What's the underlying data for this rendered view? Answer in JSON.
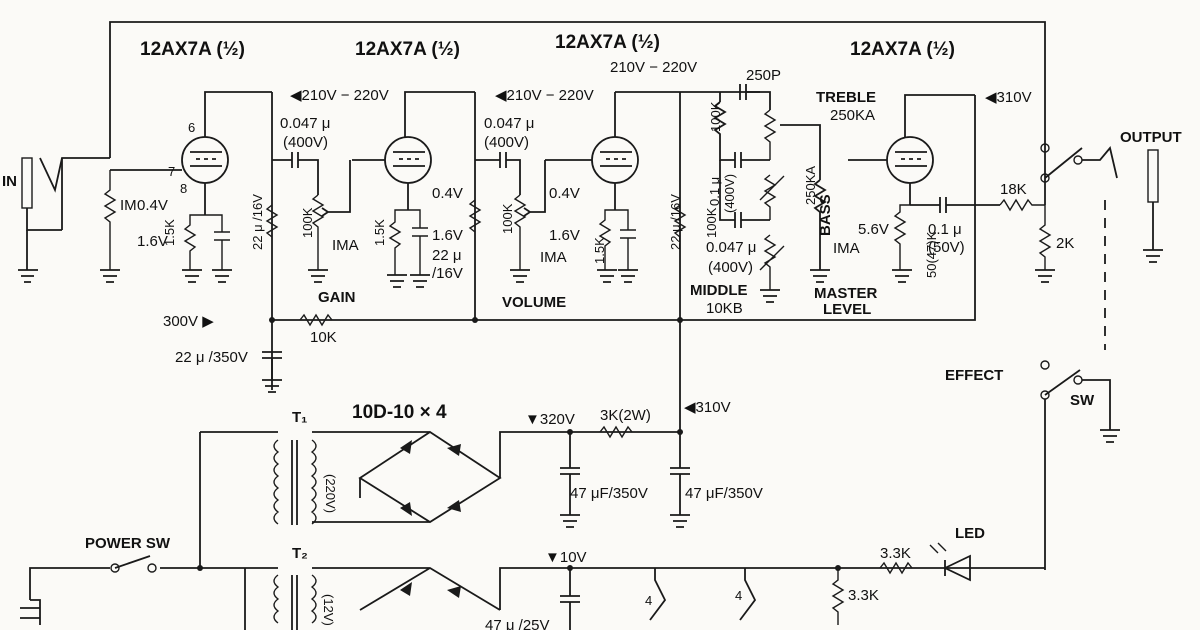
{
  "tubes": [
    "12AX7A  (½)",
    "12AX7A  (½)",
    "12AX7A  (½)",
    "12AX7A  (½)"
  ],
  "voltages": {
    "v1": "◀210V − 220V",
    "v2": "◀210V − 220V",
    "v3": "210V − 220V",
    "v4": "◀310V",
    "v300": "300V ▶",
    "v320": "▼320V",
    "v310": "◀310V",
    "v10": "▼10V"
  },
  "stage1": {
    "in_label": "IN",
    "r_in": "IM",
    "bias_a": "0.4V",
    "bias_b": "1.6V",
    "rk": "1.5K",
    "ck": "22 μ /16V",
    "rp": "100K",
    "cc_a": "0.047 μ",
    "cc_b": "(400V)",
    "gain_pot": "IMA",
    "gain_label": "GAIN",
    "pin6": "6",
    "pin7": "7",
    "pin8": "8"
  },
  "stage2": {
    "bias_a": "0.4V",
    "bias_b": "1.6V",
    "rk": "1.5K",
    "ck_a": "22 μ",
    "ck_b": "/16V",
    "rp": "100K",
    "cc_a": "0.047 μ",
    "cc_b": "(400V)",
    "vol_pot": "IMA",
    "vol_label": "VOLUME"
  },
  "stage3": {
    "bias_a": "0.4V",
    "bias_b": "1.6V",
    "rk": "1.5K",
    "ck": "22 μ /16V",
    "rp": "100K"
  },
  "tone": {
    "c_treble": "250P",
    "r_top": "100K",
    "c_mid_a": "0.1 μ",
    "c_mid_b": "(400V)",
    "c_bass_a": "0.047 μ",
    "c_bass_b": "(400V)",
    "treble": "TREBLE",
    "treble_val": "250KA",
    "bass": "BASS",
    "bass_val": "250KA",
    "middle": "MIDDLE",
    "middle_val": "10KB"
  },
  "stage4": {
    "master_pot": "IMA",
    "master_a": "MASTER",
    "master_b": "LEVEL",
    "rk_a": "5.6V",
    "rk_b": "50(47)K",
    "c_out_a": "0.1 μ",
    "c_out_b": "(50V)",
    "r_series": "18K",
    "r_shunt": "2K"
  },
  "decoupling": {
    "r": "10K",
    "c": "22 μ /350V"
  },
  "outputs": {
    "output": "OUTPUT",
    "effect": "EFFECT",
    "sw": "SW"
  },
  "psu": {
    "t1": "T₁",
    "t1_sec": "(220V)",
    "t2": "T₂",
    "t2_sec": "(12V)",
    "diodes": "10D-10  × 4",
    "r_drop": "3K(2W)",
    "c1": "47 μF/350V",
    "c2": "47 μF/350V",
    "c3": "47 μ /25V",
    "power_sw": "POWER SW",
    "r_led": "3.3K",
    "r_led2": "3.3K",
    "led": "LED"
  }
}
